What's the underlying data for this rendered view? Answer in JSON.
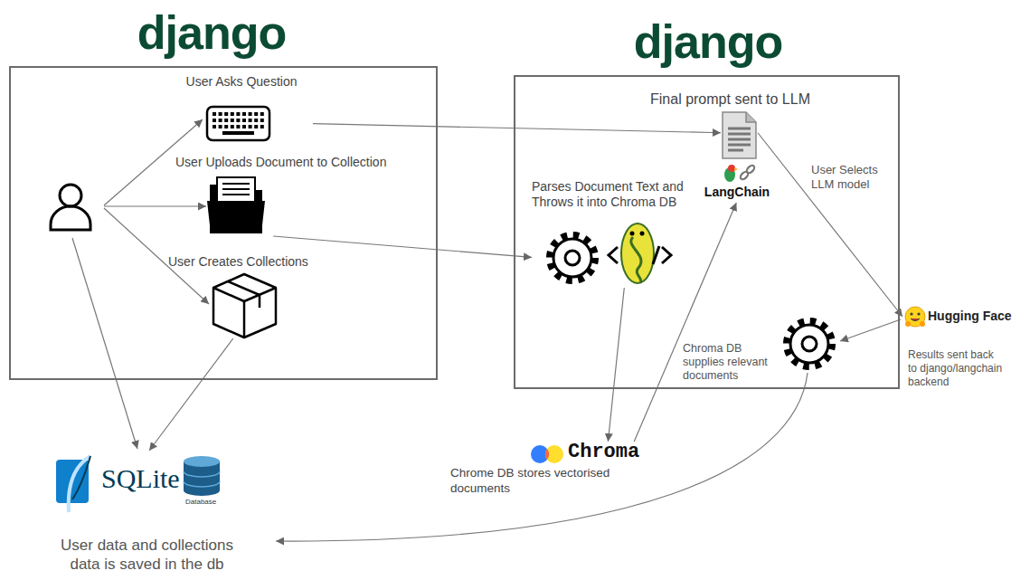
{
  "diagram": {
    "nodes": [
      {
        "text": [
          "django"
        ]
      },
      {
        "text": [
          "User Asks Question"
        ],
        "in": 0
      },
      {
        "text": [
          "User Uploads Document to Collection"
        ],
        "in": 0
      },
      {
        "text": [
          "User Creates Collections"
        ],
        "in": 0
      },
      {
        "text": [
          "django"
        ]
      },
      {
        "text": [
          "Final prompt sent to LLM"
        ],
        "in": 4
      },
      {
        "text": [
          "LangChain"
        ],
        "in": 4
      },
      {
        "text": [
          "Parses Document Text and Throws it into Chroma DB"
        ],
        "in": 4
      },
      {
        "text": [
          "Hugging Face"
        ]
      },
      {
        "text": [
          "Chroma",
          "Chrome DB stores vectorised documents"
        ]
      },
      {
        "text": [
          "SQLite",
          "Database",
          "User data and collections data is saved in the db"
        ]
      }
    ],
    "edges": [
      {
        "from": 1,
        "to": 5,
        "arrow": "to"
      },
      {
        "from": 2,
        "to": 7,
        "arrow": "to"
      },
      {
        "from": 3,
        "to": 10,
        "arrow": "to"
      },
      {
        "from": 7,
        "to": 9,
        "arrow": "to"
      },
      {
        "from": 9,
        "to": 6,
        "arrow": "to",
        "label": "Chroma DB supplies relevant documents"
      },
      {
        "from": 5,
        "to": 8,
        "arrow": "to",
        "label": "User Selects LLM model"
      }
    ],
    "labels": [
      "Results sent back to django/langchain backend"
    ]
  }
}
